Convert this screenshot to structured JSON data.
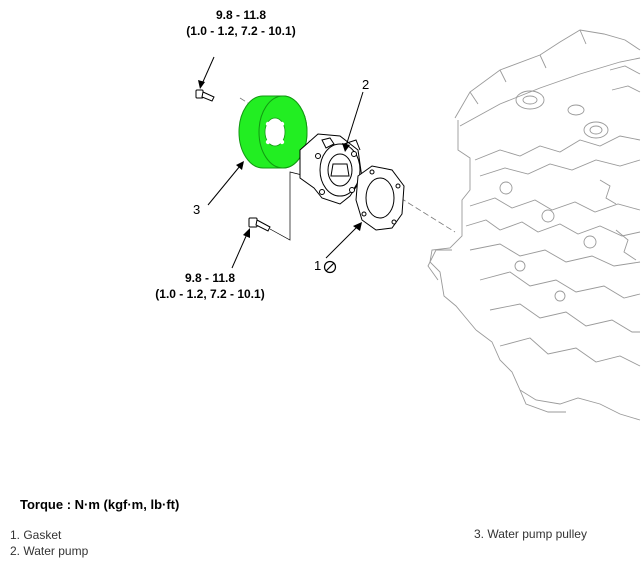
{
  "torque_top": {
    "line1": "9.8 - 11.8",
    "line2": "(1.0 - 1.2, 7.2 - 10.1)"
  },
  "torque_bottom": {
    "line1": "9.8 - 11.8",
    "line2": "(1.0 - 1.2, 7.2 - 10.1)"
  },
  "callouts": {
    "c1": "1",
    "c2": "2",
    "c3": "3"
  },
  "torque_heading": "Torque : N·m (kgf·m, lb·ft)",
  "legend": {
    "item1": "1. Gasket",
    "item2": "2. Water pump",
    "item3": "3. Water pump pulley"
  },
  "colors": {
    "highlight": "#22ee22",
    "line": "#000000",
    "engine_line": "#9a9a9a"
  },
  "icons": {
    "do_not_reuse": "no-reuse-icon"
  }
}
